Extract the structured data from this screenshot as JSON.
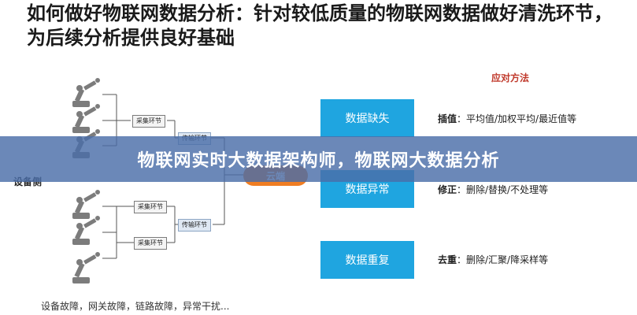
{
  "slide": {
    "title": "如何做好物联网数据分析：针对较低质量的物联网数据做好清洗环节，为后续分析提供良好基础"
  },
  "banner": {
    "text": "物联网实时大数据架构师，物联网大数据分析"
  },
  "diagram": {
    "device_side_label": "设备侧",
    "fault_caption": "设备故障，网关故障，链路故障，异常干扰...",
    "collect_label": "采集环节",
    "transmit_label": "传输环节",
    "cloud_label": "云端",
    "methods_title": "应对方法",
    "problems": [
      {
        "label": "数据缺失"
      },
      {
        "label": "数据异常"
      },
      {
        "label": "数据重复"
      }
    ],
    "methods": [
      {
        "name": "插值",
        "detail": "：平均值/加权平均/最近值等"
      },
      {
        "name": "修正",
        "detail": "：删除/替换/不处理等"
      },
      {
        "name": "去重",
        "detail": "：删除/汇聚/降采样等"
      }
    ]
  }
}
